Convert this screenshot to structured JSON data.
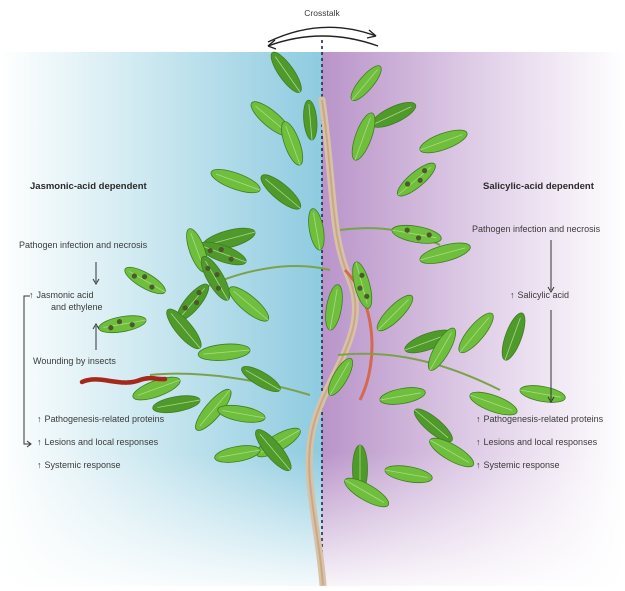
{
  "crosstalk": "Crosstalk",
  "left": {
    "heading": "Jasmonic-acid dependent",
    "infection": "Pathogen infection and necrosis",
    "hormone_line1": "Jasmonic acid",
    "hormone_line2": "and ethylene",
    "wounding": "Wounding by insects",
    "responses": [
      "Pathogenesis-related proteins",
      "Lesions and local responses",
      "Systemic response"
    ]
  },
  "right": {
    "heading": "Salicylic-acid dependent",
    "infection": "Pathogen infection and necrosis",
    "hormone": "Salicylic acid",
    "responses": [
      "Pathogenesis-related proteins",
      "Lesions and local responses",
      "Systemic response"
    ]
  },
  "colors": {
    "left_panel": "#9fd3e4",
    "right_panel": "#c9abd6",
    "leaf": "#6fbf3c",
    "leaf_dark": "#4f9a2a",
    "stem": "#c9a88a",
    "insect_trail": "#a5281a"
  },
  "icons": [
    "crosstalk-arrows-icon",
    "plant-illustration",
    "insect-trail-icon"
  ]
}
